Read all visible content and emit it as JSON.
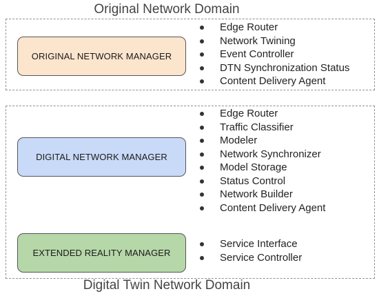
{
  "original_domain": {
    "title": "Original Network Domain",
    "manager": "ORIGINAL NETWORK MANAGER",
    "items": [
      "Edge Router",
      "Network Twining",
      "Event Controller",
      "DTN Synchronization Status",
      "Content Delivery Agent"
    ],
    "manager_color": "#fce5cd"
  },
  "twin_domain": {
    "title": "Digital Twin Network Domain",
    "digital_manager": "DIGITAL NETWORK MANAGER",
    "digital_items": [
      "Edge Router",
      "Traffic Classifier",
      "Modeler",
      "Network Synchronizer",
      "Model Storage",
      "Status Control",
      "Network Builder",
      "Content Delivery Agent"
    ],
    "digital_manager_color": "#c9daf8",
    "xr_manager": "EXTENDED REALITY MANAGER",
    "xr_items": [
      "Service Interface",
      "Service Controller"
    ],
    "xr_manager_color": "#b6d7a8"
  }
}
